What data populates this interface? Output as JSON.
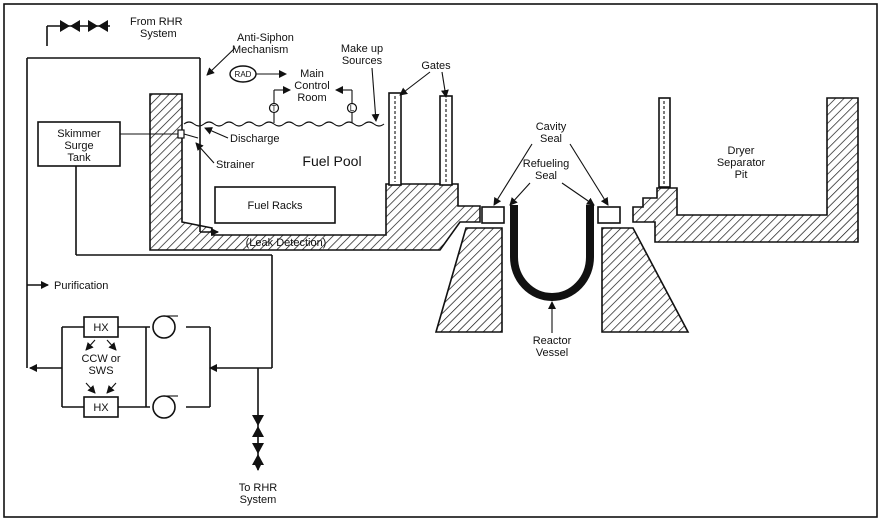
{
  "labels": {
    "from_rhr": "From RHR",
    "from_rhr_2": "System",
    "anti_siphon": "Anti-Siphon",
    "anti_siphon_2": "Mechanism",
    "rad": "RAD",
    "main_control": "Main",
    "main_control_2": "Control",
    "main_control_3": "Room",
    "t_gauge": "T",
    "l_gauge": "L",
    "makeup": "Make up",
    "makeup_2": "Sources",
    "gates": "Gates",
    "skimmer": "Skimmer",
    "skimmer_2": "Surge",
    "skimmer_3": "Tank",
    "discharge": "Discharge",
    "strainer": "Strainer",
    "fuel_pool": "Fuel Pool",
    "fuel_racks": "Fuel Racks",
    "leak_detection": "(Leak Detection)",
    "cavity_seal": "Cavity",
    "cavity_seal_2": "Seal",
    "refueling_seal": "Refueling",
    "refueling_seal_2": "Seal",
    "dryer": "Dryer",
    "dryer_2": "Separator",
    "dryer_3": "Pit",
    "purification": "Purification",
    "hx_top": "HX",
    "hx_bottom": "HX",
    "ccw": "CCW or",
    "ccw_2": "SWS",
    "reactor": "Reactor",
    "reactor_2": "Vessel",
    "to_rhr": "To RHR",
    "to_rhr_2": "System"
  }
}
